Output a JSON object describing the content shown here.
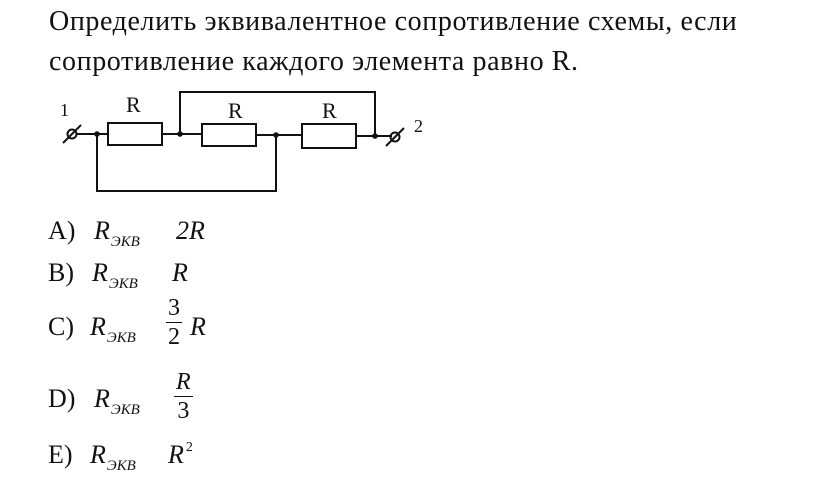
{
  "question": {
    "line1": "Определить эквивалентное сопротивление схемы, если",
    "line2": "сопротивление каждого элемента равно  R."
  },
  "circuit": {
    "node_labels": [
      "1",
      "2"
    ],
    "resistor_labels": [
      "R",
      "R",
      "R"
    ]
  },
  "answers": [
    {
      "letter": "A)",
      "symbol": "R",
      "subscript": "ЭКВ",
      "value": "2R"
    },
    {
      "letter": "B)",
      "symbol": "R",
      "subscript": "ЭКВ",
      "value": "R"
    },
    {
      "letter": "C)",
      "symbol": "R",
      "subscript": "ЭКВ",
      "numerator": "3",
      "denominator": "2",
      "suffix": "R"
    },
    {
      "letter": "D)",
      "symbol": "R",
      "subscript": "ЭКВ",
      "numerator": "R",
      "denominator": "3"
    },
    {
      "letter": "E)",
      "symbol": "R",
      "subscript": "ЭКВ",
      "value": "R",
      "exponent": "2"
    }
  ]
}
